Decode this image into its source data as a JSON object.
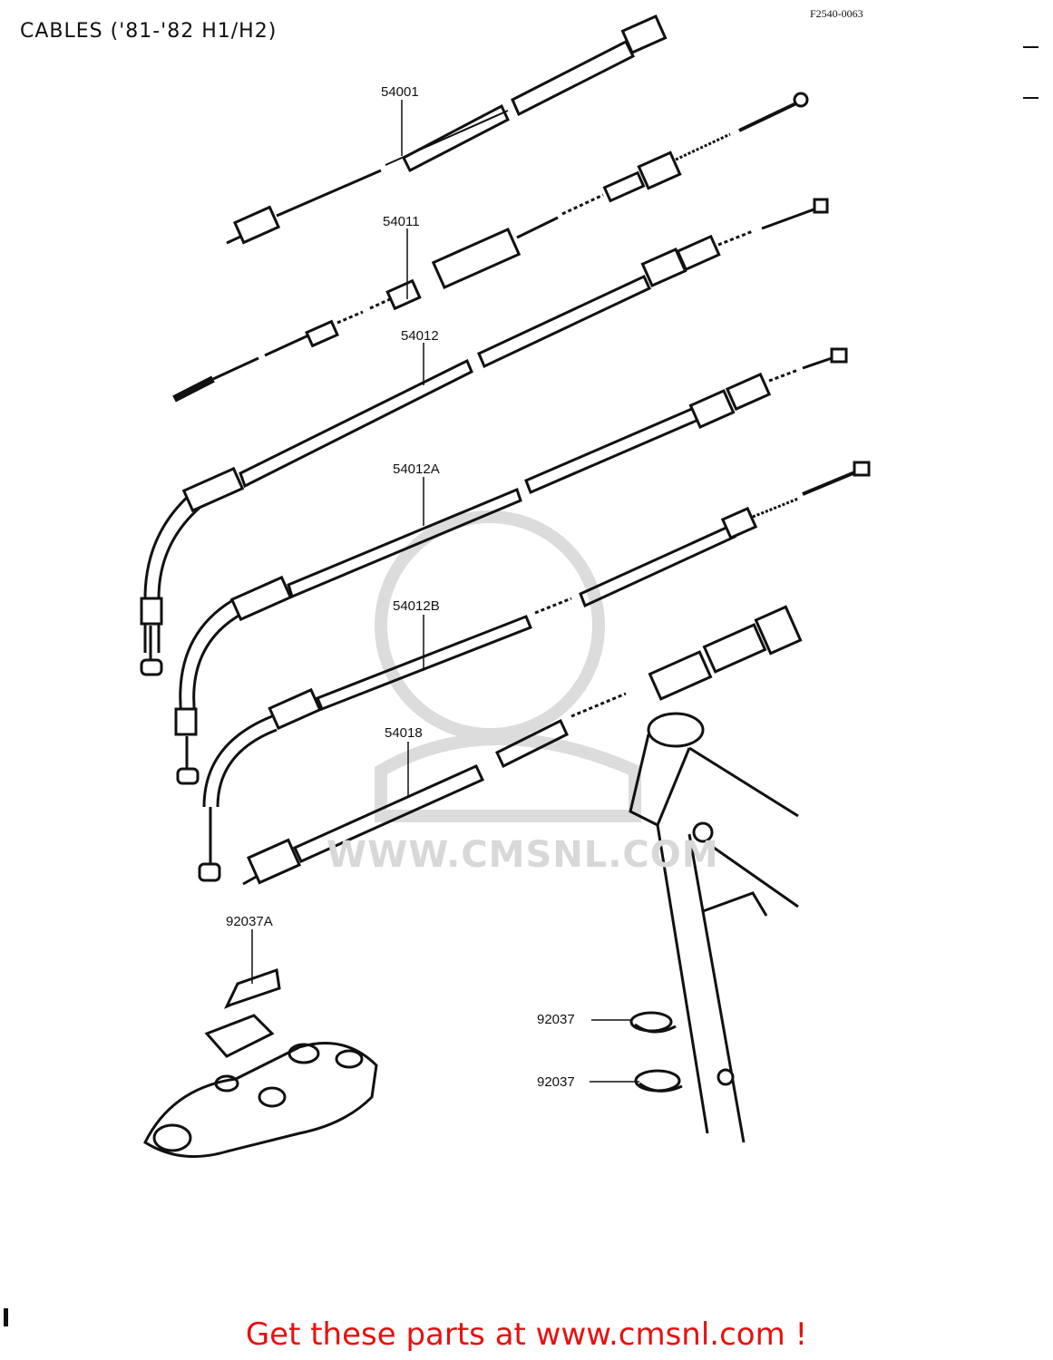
{
  "header": {
    "title": "CABLES ('81-'82 H1/H2)",
    "diagram_code": "F2540-0063"
  },
  "parts": [
    {
      "id": "54001"
    },
    {
      "id": "54011"
    },
    {
      "id": "54012"
    },
    {
      "id": "54012A"
    },
    {
      "id": "54012B"
    },
    {
      "id": "54018"
    },
    {
      "id": "92037A"
    },
    {
      "id": "92037"
    },
    {
      "id": "92037"
    }
  ],
  "watermark": {
    "text": "WWW.CMSNL.COM"
  },
  "footer": {
    "link_text": "Get these parts at www.cmsnl.com !"
  }
}
